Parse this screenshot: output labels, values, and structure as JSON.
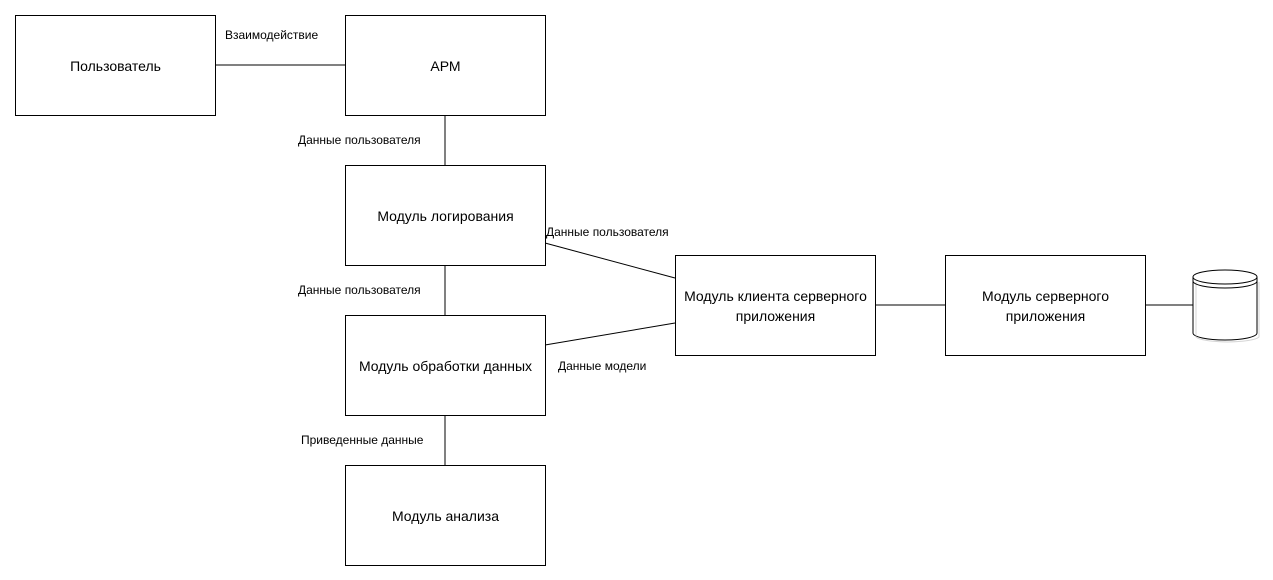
{
  "nodes": {
    "user": "Пользователь",
    "arm": "АРМ",
    "logging": "Модуль логирования",
    "processing": "Модуль обработки данных",
    "analysis": "Модуль анализа",
    "client": "Модуль клиента серверного приложения",
    "server": "Модуль серверного приложения",
    "database": ""
  },
  "edges": {
    "user_arm": "Взаимодействие",
    "arm_logging": "Данные пользователя",
    "logging_processing": "Данные пользователя",
    "processing_analysis": "Приведенные данные",
    "logging_client": "Данные пользователя",
    "processing_client": "Данные модели"
  }
}
